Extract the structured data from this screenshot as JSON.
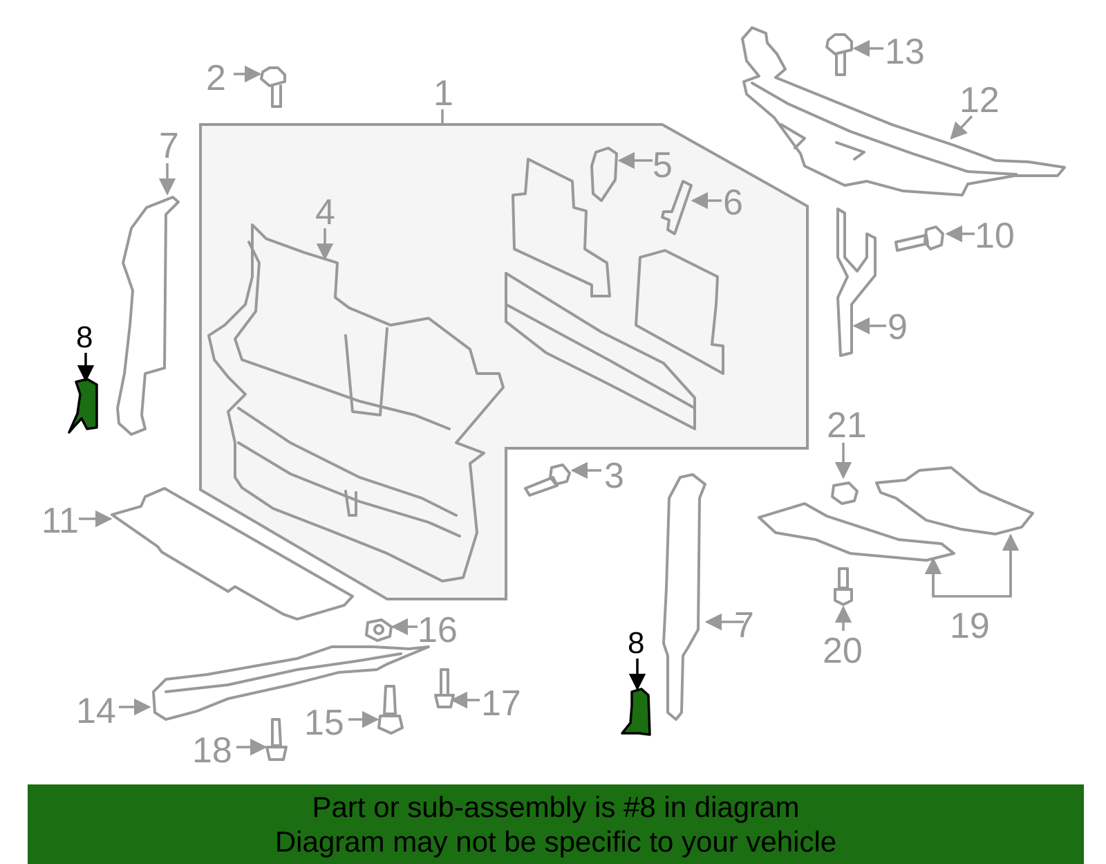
{
  "callouts": {
    "c1": "1",
    "c2": "2",
    "c3": "3",
    "c4": "4",
    "c5": "5",
    "c6": "6",
    "c7a": "7",
    "c7b": "7",
    "c8a": "8",
    "c8b": "8",
    "c9": "9",
    "c10": "10",
    "c11": "11",
    "c12": "12",
    "c13": "13",
    "c14": "14",
    "c15": "15",
    "c16": "16",
    "c17": "17",
    "c18": "18",
    "c19": "19",
    "c20": "20",
    "c21": "21"
  },
  "banner": {
    "line1": "Part or sub-assembly is #8 in diagram",
    "line2": "Diagram may not be specific to your vehicle"
  },
  "colors": {
    "highlight": "#1b6e12",
    "line": "#999999",
    "assembly_fill": "#f5f5f5"
  }
}
